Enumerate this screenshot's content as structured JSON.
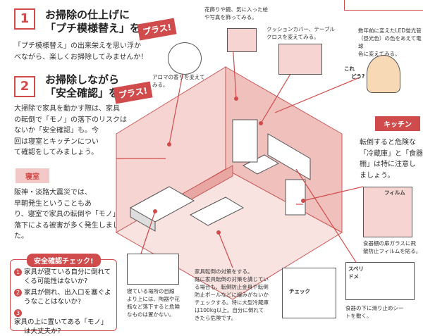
{
  "step1": {
    "number": "1",
    "title_line1": "お掃除の仕上げに",
    "title_line2": "「プチ模様替え」を",
    "plus": "プラス!",
    "text_line1": "「プチ模様替え」の出来栄えを思い浮か",
    "text_line2": "べながら、楽しくお掃除してみませんか！"
  },
  "step2": {
    "number": "2",
    "title_line1": "お掃除しながら",
    "title_line2": "「安全確認」を",
    "plus": "プラス!",
    "text_lines": [
      "大掃除で家具を動かす際は、家具",
      "の転倒で「モノ」の落下のリスクは",
      "ないか「安全確認」も。今",
      "回は寝室とキッチンについ",
      "て確認をしてみましょう。"
    ]
  },
  "bedroom": {
    "tag": "寝室",
    "text_lines": [
      "阪神・淡路大震災では、",
      "早朝発生ということもあ",
      "り、寝室で家具の転倒や「モノ」の",
      "落下による被害が多く発生しまし",
      "た。"
    ]
  },
  "check": {
    "title": "安全確認チェック!",
    "items": [
      {
        "num": "1",
        "line1": "家具が寝ている自分に倒れて",
        "line2": "くる可能性はないか?"
      },
      {
        "num": "2",
        "line1": "家具が倒れ、出入口を塞ぐよ",
        "line2": "うなことはないか?"
      },
      {
        "num": "3",
        "line1": "家具の上に置いてある「モノ」",
        "line2": "は大丈夫か?"
      }
    ]
  },
  "kitchen": {
    "tag": "キッチン",
    "text_lines": [
      "転倒すると危険な",
      "「冷蔵庫」と「食器",
      "棚」は特に注意し",
      "ましょう。"
    ]
  },
  "captions": {
    "flowers": [
      "花飾りや鏡、気に入った絵",
      "や写真を飾ってみる。"
    ],
    "cushion": [
      "クッションカバー、テーブル",
      "クロスを変えてみる。"
    ],
    "led": [
      "数年前に変えたLED蛍光管",
      "（昼光色）の色をあえて電球",
      "色に変えてみる。"
    ],
    "aroma": [
      "アロマの香りを変えて",
      "みる。"
    ],
    "sleep": [
      "寝ている場所の目線",
      "より上には、陶器や花",
      "瓶など落下すると危険",
      "なものは置かない。"
    ],
    "furniture": [
      "家具転倒の対策をする。",
      "既に家具転倒の対策を講じてい",
      "る場合も、転倒防止金具や転倒",
      "防止ポールなどに緩みがないか",
      "チェックする。特に大型冷蔵庫",
      "は100kg以上。自分に倒れて",
      "きたら危険です。"
    ],
    "film": [
      "食器棚の扉ガラスに飛",
      "散防止フィルムを貼る。"
    ],
    "sheet": [
      "食器の下に滑り止めシー",
      "トを敷く。"
    ]
  },
  "labels": {
    "film": "フィルム",
    "check": "チェック",
    "slip": "スベリ",
    "slip2": "ドメ",
    "kore": "これ",
    "dou": "どう?"
  }
}
